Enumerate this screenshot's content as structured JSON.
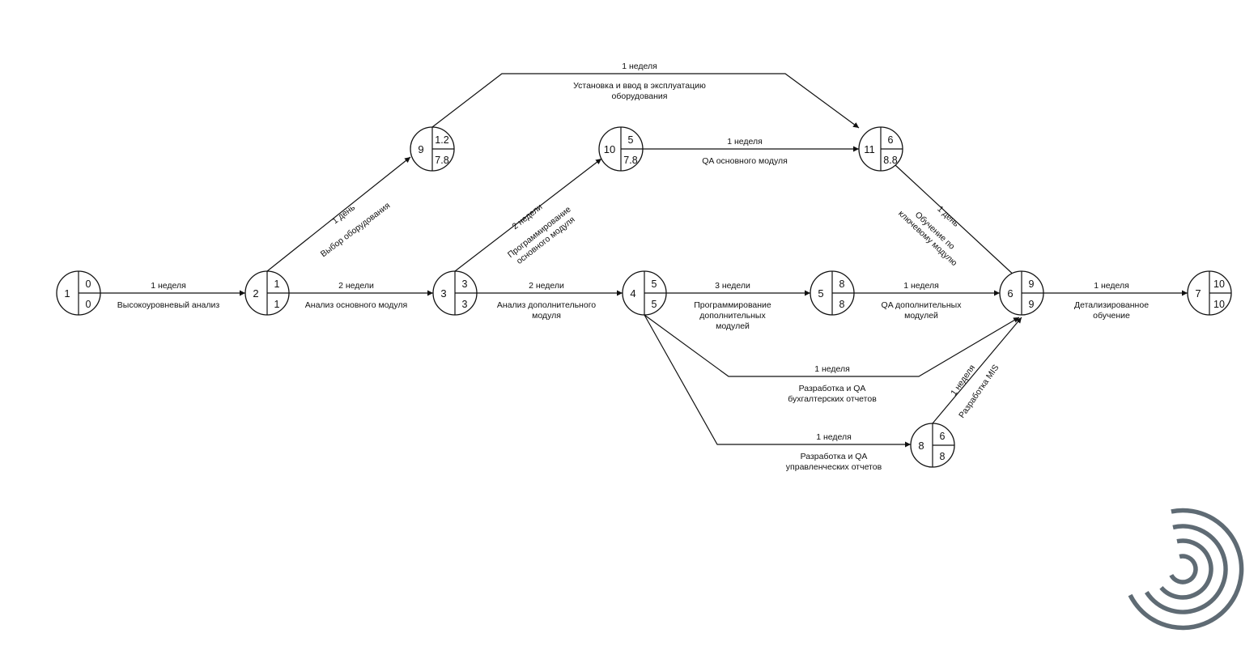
{
  "nodes": [
    {
      "id": "1",
      "early": "0",
      "late": "0"
    },
    {
      "id": "2",
      "early": "1",
      "late": "1"
    },
    {
      "id": "3",
      "early": "3",
      "late": "3"
    },
    {
      "id": "4",
      "early": "5",
      "late": "5"
    },
    {
      "id": "5",
      "early": "8",
      "late": "8"
    },
    {
      "id": "6",
      "early": "9",
      "late": "9"
    },
    {
      "id": "7",
      "early": "10",
      "late": "10"
    },
    {
      "id": "8",
      "early": "6",
      "late": "8"
    },
    {
      "id": "9",
      "early": "1.2",
      "late": "7.8"
    },
    {
      "id": "10",
      "early": "5",
      "late": "7.8"
    },
    {
      "id": "11",
      "early": "6",
      "late": "8.8"
    }
  ],
  "edges": [
    {
      "from": "1",
      "to": "2",
      "duration": "1 неделя",
      "task": [
        "Высокоуровневый анализ"
      ]
    },
    {
      "from": "2",
      "to": "3",
      "duration": "2 недели",
      "task": [
        "Анализ основного модуля"
      ]
    },
    {
      "from": "3",
      "to": "4",
      "duration": "2 недели",
      "task": [
        "Анализ дополнительного",
        "модуля"
      ]
    },
    {
      "from": "4",
      "to": "5",
      "duration": "3 недели",
      "task": [
        "Программирование",
        "дополнительных",
        "модулей"
      ]
    },
    {
      "from": "5",
      "to": "6",
      "duration": "1 неделя",
      "task": [
        "QA дополнительных",
        "модулей"
      ]
    },
    {
      "from": "6",
      "to": "7",
      "duration": "1 неделя",
      "task": [
        "Детализированное",
        "обучение"
      ]
    },
    {
      "from": "2",
      "to": "9",
      "duration": "1 день",
      "task": [
        "Выбор оборудования"
      ]
    },
    {
      "from": "9",
      "to": "11",
      "duration": "1 неделя",
      "task": [
        "Установка и ввод в эксплуатацию",
        "оборудования"
      ]
    },
    {
      "from": "3",
      "to": "10",
      "duration": "2 недели",
      "task": [
        "Программирование",
        "основного модуля"
      ]
    },
    {
      "from": "10",
      "to": "11",
      "duration": "1 неделя",
      "task": [
        "QA основного модуля"
      ]
    },
    {
      "from": "11",
      "to": "6",
      "duration": "1 день",
      "task": [
        "Обучение по",
        "ключевому модулю"
      ]
    },
    {
      "from": "4",
      "to": "6",
      "duration": "1 неделя",
      "task": [
        "Разработка и QA",
        "бухгалтерских отчетов"
      ]
    },
    {
      "from": "4",
      "to": "8",
      "duration": "1 неделя",
      "task": [
        "Разработка и QA",
        "управленческих отчетов"
      ]
    },
    {
      "from": "8",
      "to": "6",
      "duration": "1 неделя",
      "task": [
        "Разработка MIS"
      ]
    }
  ],
  "colors": {
    "line": "#111111",
    "logo": "#5f6b74"
  },
  "logo": {
    "icon": "concentric-arcs-logo-icon"
  }
}
